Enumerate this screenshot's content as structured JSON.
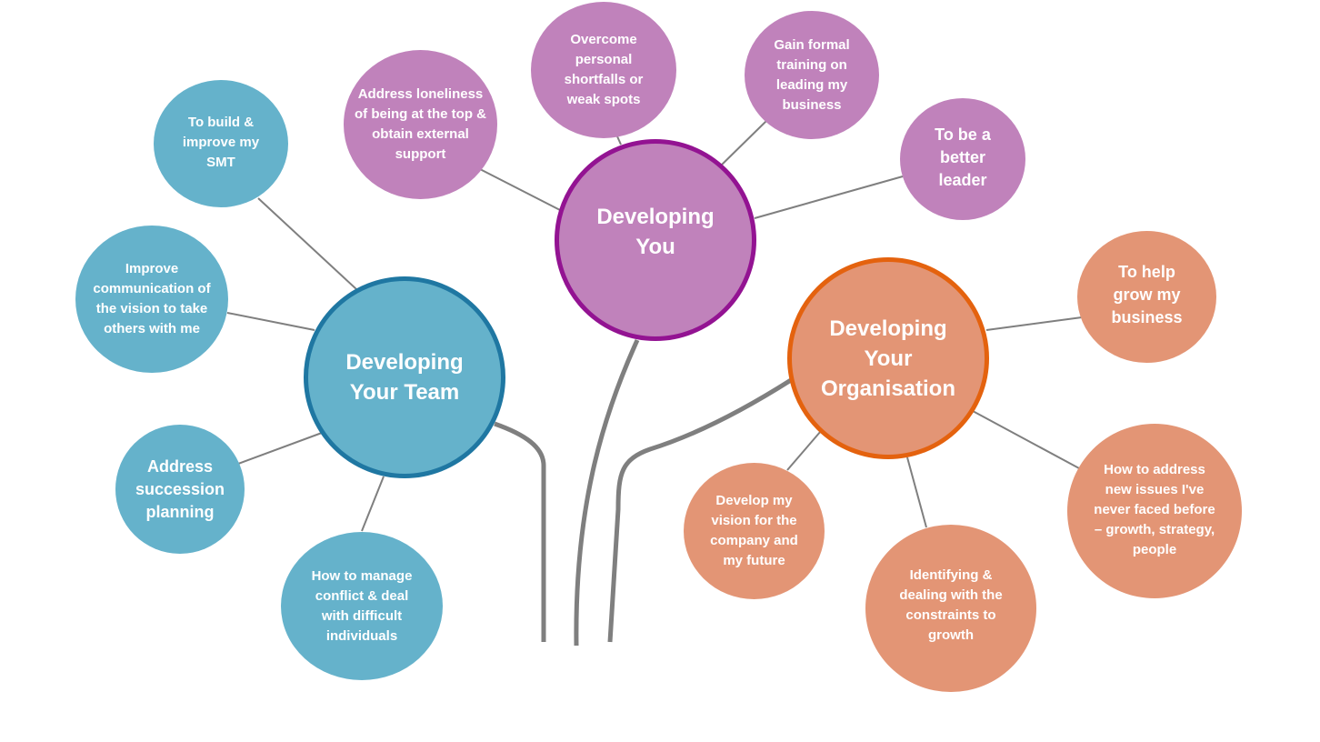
{
  "colors": {
    "team_fill": "#65b2cb",
    "team_border": "#1f77a2",
    "you_fill": "#c082bb",
    "you_border": "#931392",
    "org_fill": "#e39575",
    "org_border": "#e4620e",
    "connector": "#7f7f7f",
    "trunk": "#7f7f7f",
    "text": "#ffffff"
  },
  "hubs": {
    "team": "Developing Your Team",
    "you": "Developing You",
    "org": "Developing Your Organisation"
  },
  "team_items": {
    "smt": "To build & improve my SMT",
    "communication": "Improve communication of the vision to take others with me",
    "succession": "Address succession planning",
    "conflict": "How to manage conflict & deal with difficult individuals"
  },
  "you_items": {
    "loneliness": "Address loneliness of being at the top & obtain external support",
    "shortfalls": "Overcome personal shortfalls or weak spots",
    "training": "Gain formal training on leading my business",
    "leader": "To be a better leader"
  },
  "org_items": {
    "grow": "To help grow my business",
    "new_issues": "How to address new issues I've never faced before – growth, strategy, people",
    "constraints": "Identifying & dealing with the constraints to growth",
    "vision": "Develop my vision for the company and my future"
  }
}
